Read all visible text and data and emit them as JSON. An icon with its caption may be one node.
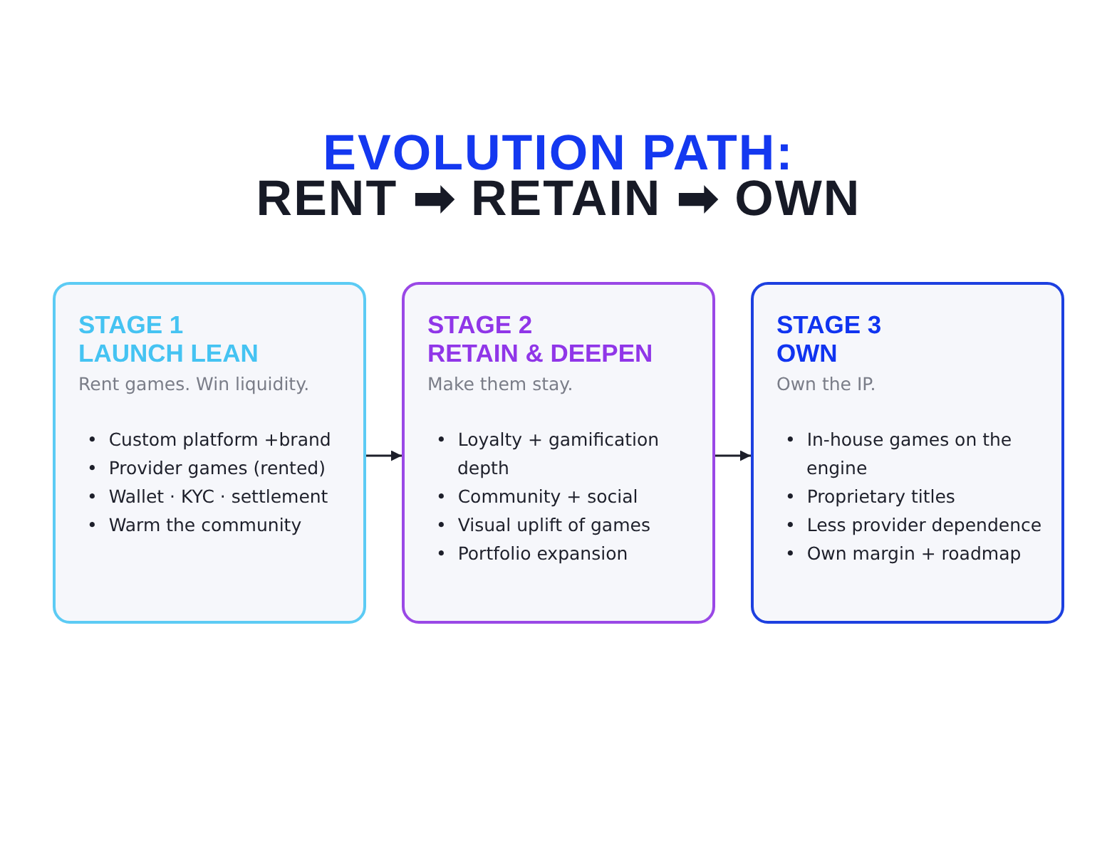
{
  "diagram": {
    "title": "EVOLUTION PATH:",
    "nodes": [
      {
        "text": [
          "STAGE 1",
          "LAUNCH LEAN",
          "Rent games. Win liquidity.",
          "•  Custom platform +brand",
          "•  Provider games (rented)",
          "•  Wallet · KYC · settlement",
          "•  Warm the community"
        ]
      },
      {
        "text": [
          "STAGE 2",
          "RETAIN & DEEPEN",
          "Make them stay.",
          "•  Loyalty + gamification depth",
          "•  Community + social",
          "•  Visual uplift of games",
          "•  Portfolio expansion"
        ]
      },
      {
        "text": [
          "STAGE 3",
          "OWN",
          "Own the IP.",
          "•  In-house games on the engine",
          "•  Proprietary titles",
          "•  Less provider dependence",
          "•  Own margin + roadmap"
        ]
      }
    ],
    "edges": [
      {
        "from": 0,
        "to": 1,
        "arrow": "to"
      },
      {
        "from": 1,
        "to": 2,
        "arrow": "to"
      }
    ],
    "labels": [
      "RENT ➡ RETAIN ➡ OWN"
    ]
  }
}
